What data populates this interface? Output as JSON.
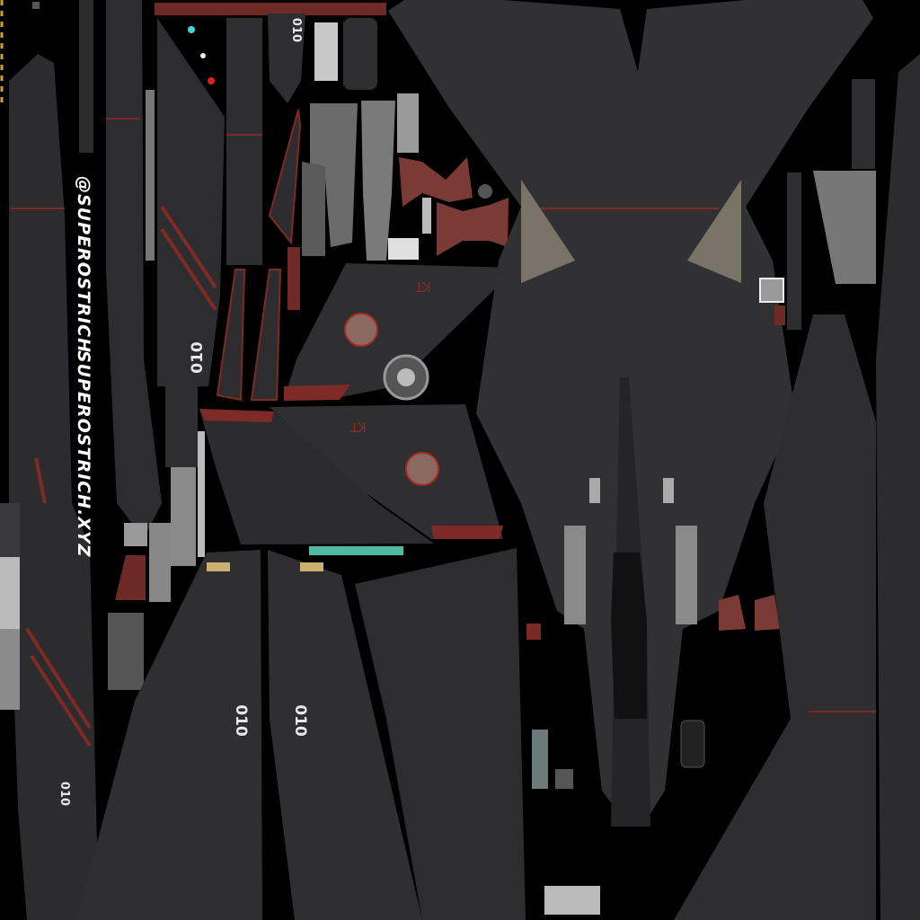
{
  "watermark": {
    "handle": "@SUPEROSTRICH",
    "site": "SUPEROSTRICH.XYZ"
  },
  "markings": {
    "modex": "010",
    "tail_code": "KT"
  },
  "colors": {
    "background": "#000000",
    "panel_dark": "#2b2b2d",
    "panel_mid": "#333336",
    "accent_red": "#7e2a26",
    "warning_yellow": "#c9a227",
    "cyan_strip": "#4fb8a0"
  }
}
